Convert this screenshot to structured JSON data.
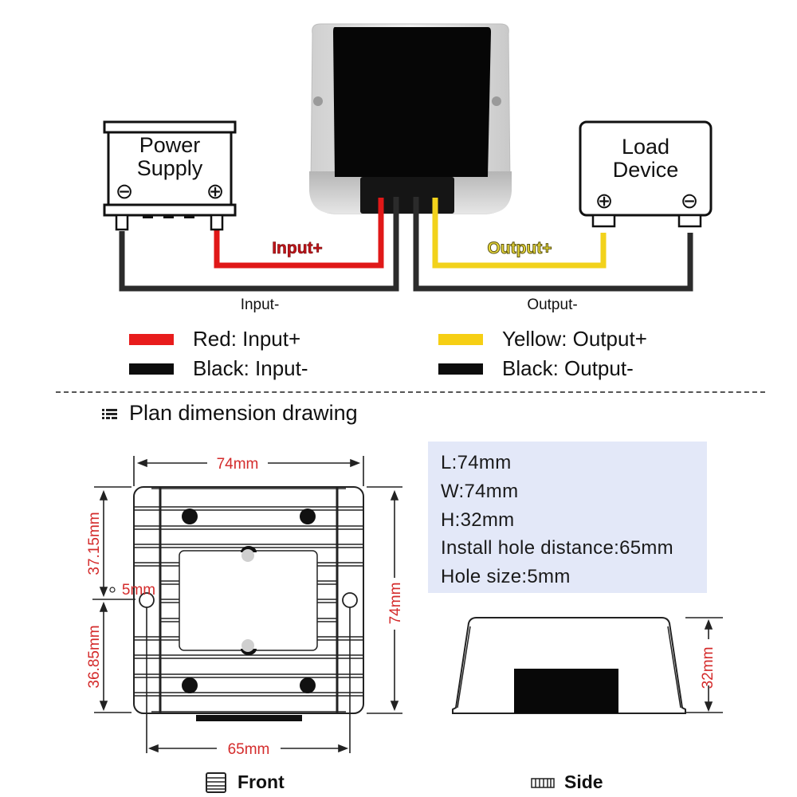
{
  "wiring": {
    "power_supply": {
      "title_line1": "Power",
      "title_line2": "Supply",
      "neg_symbol": "⊖",
      "pos_symbol": "⊕"
    },
    "load_device": {
      "title_line1": "Load",
      "title_line2": "Device",
      "pos_symbol": "⊕",
      "neg_symbol": "⊖"
    },
    "labels": {
      "input_plus": "Input+",
      "input_minus": "Input-",
      "output_plus": "Output+",
      "output_minus": "Output-"
    },
    "colors": {
      "red": "#e01818",
      "yellow": "#f2d21b",
      "black": "#1a1a1a"
    }
  },
  "legend": [
    {
      "color": "#e81c1c",
      "label": "Red: Input+"
    },
    {
      "color": "#0d0d0d",
      "label": "Black: Input-"
    },
    {
      "color": "#f6cf14",
      "label": "Yellow: Output+"
    },
    {
      "color": "#0d0d0d",
      "label": "Black: Output-"
    }
  ],
  "section": {
    "title": "Plan dimension drawing"
  },
  "front_view": {
    "width_top": "74mm",
    "height_right": "74mm",
    "hole_distance": "65mm",
    "upper_offset": "37.15mm",
    "lower_offset": "36.85mm",
    "hole_size": "5mm",
    "label": "Front"
  },
  "side_view": {
    "height": "32mm",
    "label": "Side"
  },
  "specs": [
    "L:74mm",
    "W:74mm",
    "H:32mm",
    "Install hole distance:65mm",
    "Hole size:5mm"
  ]
}
